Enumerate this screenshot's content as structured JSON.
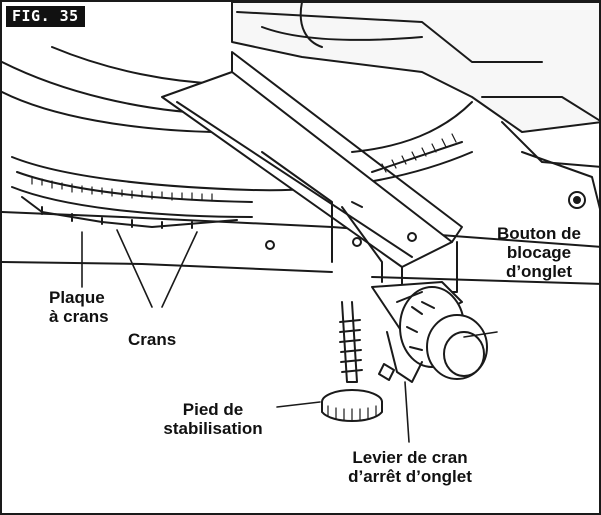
{
  "figure": {
    "tag": "FIG. 35"
  },
  "labels": {
    "bouton_line1": "Bouton de",
    "bouton_line2": "blocage",
    "bouton_line3": "d’onglet",
    "plaque_line1": "Plaque",
    "plaque_line2": "à crans",
    "crans": "Crans",
    "pied_line1": "Pied de",
    "pied_line2": "stabilisation",
    "levier_line1": "Levier de cran",
    "levier_line2": "d’arrêt d’onglet"
  },
  "colors": {
    "line": "#1a1a1a",
    "background": "#ffffff",
    "tag_bg": "#111111"
  }
}
